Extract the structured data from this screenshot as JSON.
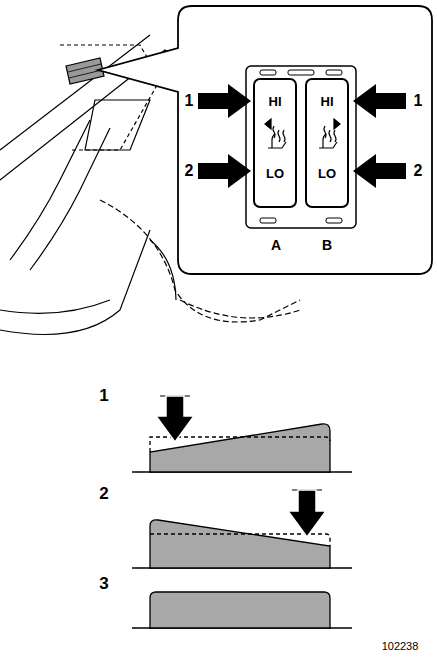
{
  "diagram": {
    "nodes": [
      {
        "text": [
          "HI",
          "LO"
        ]
      },
      {
        "text": [
          "HI",
          "LO"
        ]
      }
    ],
    "labels": [
      "1",
      "2",
      "1",
      "2",
      "A",
      "B",
      "1",
      "2",
      "3",
      "102238"
    ]
  }
}
